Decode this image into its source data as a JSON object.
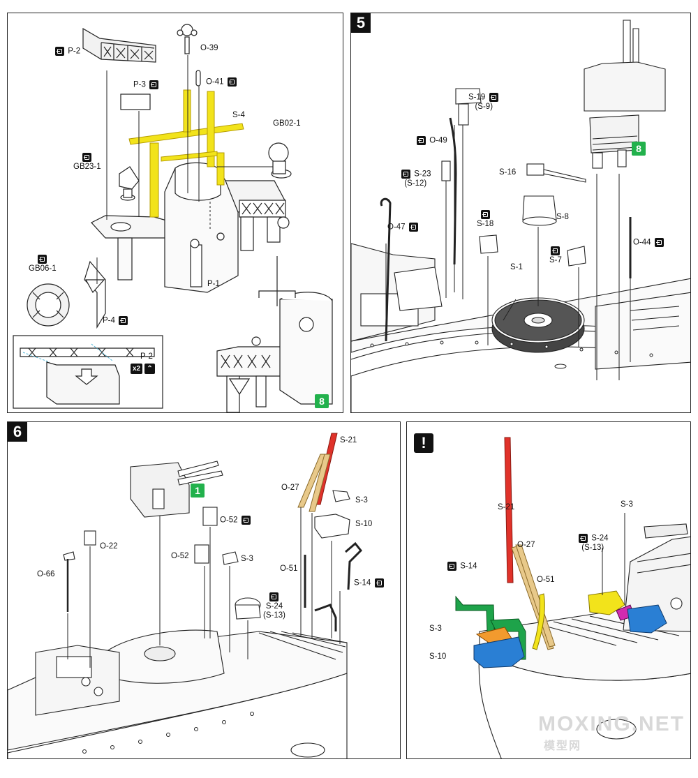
{
  "steps": {
    "s4": {
      "labels": {
        "p2": "P-2",
        "p3": "P-3",
        "o39": "O-39",
        "o41": "O-41",
        "s4": "S-4",
        "gb02": "GB02-1",
        "gb23": "GB23-1",
        "gb06": "GB06-1",
        "p4": "P-4",
        "p1": "P-1",
        "p2b": "P-2",
        "x2": "x2"
      },
      "ref": "8"
    },
    "s5": {
      "number": "5",
      "labels": {
        "s19": "S-19",
        "s9": "(S-9)",
        "o49": "O-49",
        "s23": "S-23",
        "s12": "(S-12)",
        "s16": "S-16",
        "s8": "S-8",
        "o47": "O-47",
        "s18": "S-18",
        "s1": "S-1",
        "s7": "S-7",
        "o44": "O-44"
      },
      "ref": "8"
    },
    "s6": {
      "number": "6",
      "labels": {
        "s21": "S-21",
        "o27": "O-27",
        "s3a": "S-3",
        "s10": "S-10",
        "o52a": "O-52",
        "o22": "O-22",
        "o66": "O-66",
        "o52b": "O-52",
        "s3b": "S-3",
        "o51": "O-51",
        "s14": "S-14",
        "s24": "S-24",
        "s13": "(S-13)"
      },
      "ref": "1"
    },
    "note": {
      "number": "!",
      "labels": {
        "s21": "S-21",
        "s3top": "S-3",
        "s24": "S-24",
        "s13": "(S-13)",
        "o27": "O-27",
        "s14": "S-14",
        "o51": "O-51",
        "s3": "S-3",
        "s10": "S-10"
      }
    }
  },
  "watermark": {
    "main": "MOXING.NET",
    "sub": "模型网"
  },
  "colors": {
    "yellow": "#f2e31b",
    "red": "#e0322a",
    "green": "#1ea34a",
    "blue": "#2a7fd4",
    "orange": "#f29a2e",
    "tan": "#e8c98a",
    "magenta": "#d12bb0",
    "refgreen": "#22b14c"
  },
  "icons": [
    "cut-from-sprue-icon",
    "mirror-badge-icon"
  ]
}
